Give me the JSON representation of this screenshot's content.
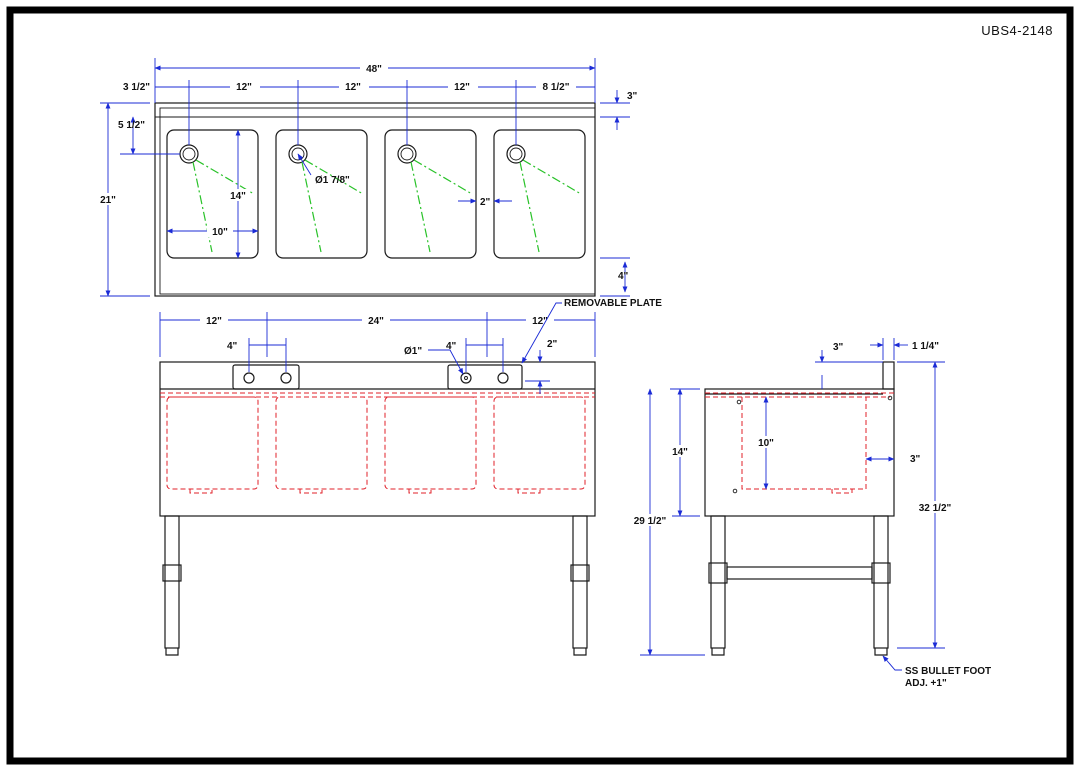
{
  "model": "UBS4-2148",
  "colors": {
    "frame": "#000000",
    "outline": "#1a1a1a",
    "dimension": "#1b2bd6",
    "hidden": "#e0202a",
    "drain_slope": "#29c229"
  },
  "top_view": {
    "overall_width": "48\"",
    "left_margin": "3 1/2\"",
    "drain_spacing": [
      "12\"",
      "12\"",
      "12\""
    ],
    "right_margin": "8 1/2\"",
    "backsplash": "3\"",
    "drain_offset": "5 1/2\"",
    "overall_depth": "21\"",
    "bowl_depth": "14\"",
    "bowl_width": "10\"",
    "drain_dia": "Ø1 7/8\"",
    "divider": "2\"",
    "front_edge": "4\""
  },
  "front_view": {
    "left": "12\"",
    "center": "24\"",
    "right": "12\"",
    "hole_spacing_left": "4\"",
    "hole_spacing_right": "4\"",
    "hole_dia": "Ø1\"",
    "removable_plate": "REMOVABLE PLATE",
    "plate_height": "2\""
  },
  "side_view": {
    "backsplash_height": "3\"",
    "backsplash_thickness": "1 1/4\"",
    "bowl_depth": "14\"",
    "inner_depth": "10\"",
    "side_gap": "3\"",
    "height_rim": "29 1/2\"",
    "height_overall": "32 1/2\"",
    "foot_note_1": "SS BULLET FOOT",
    "foot_note_2": "ADJ. +1\""
  }
}
